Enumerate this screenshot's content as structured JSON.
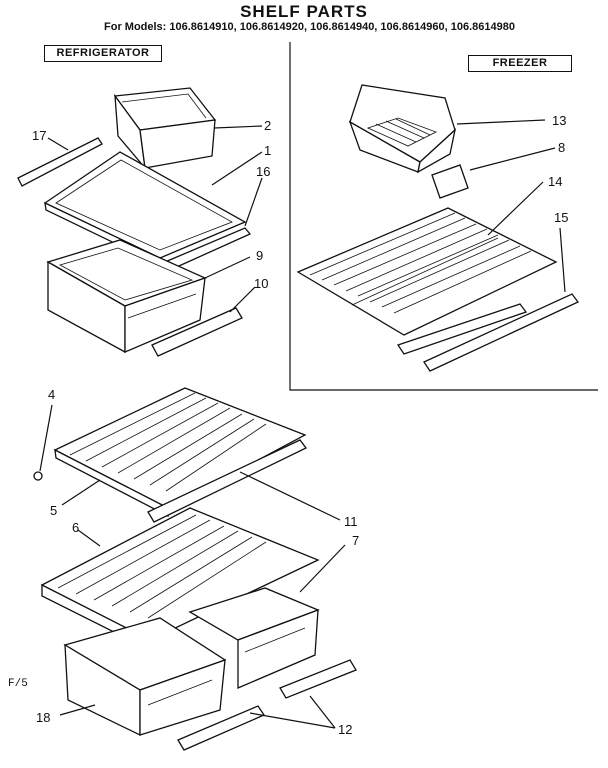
{
  "title": "SHELF PARTS",
  "models": "For Models: 106.8614910, 106.8614920, 106.8614940, 106.8614960, 106.8614980",
  "sections": {
    "refrigerator": "REFRIGERATOR",
    "freezer": "FREEZER"
  },
  "footer_code": "F/5",
  "callouts": {
    "c1": "1",
    "c2": "2",
    "c4": "4",
    "c5": "5",
    "c6": "6",
    "c7": "7",
    "c8": "8",
    "c9": "9",
    "c10": "10",
    "c11": "11",
    "c12": "12",
    "c13": "13",
    "c14": "14",
    "c15": "15",
    "c16": "16",
    "c17": "17",
    "c18": "18"
  }
}
